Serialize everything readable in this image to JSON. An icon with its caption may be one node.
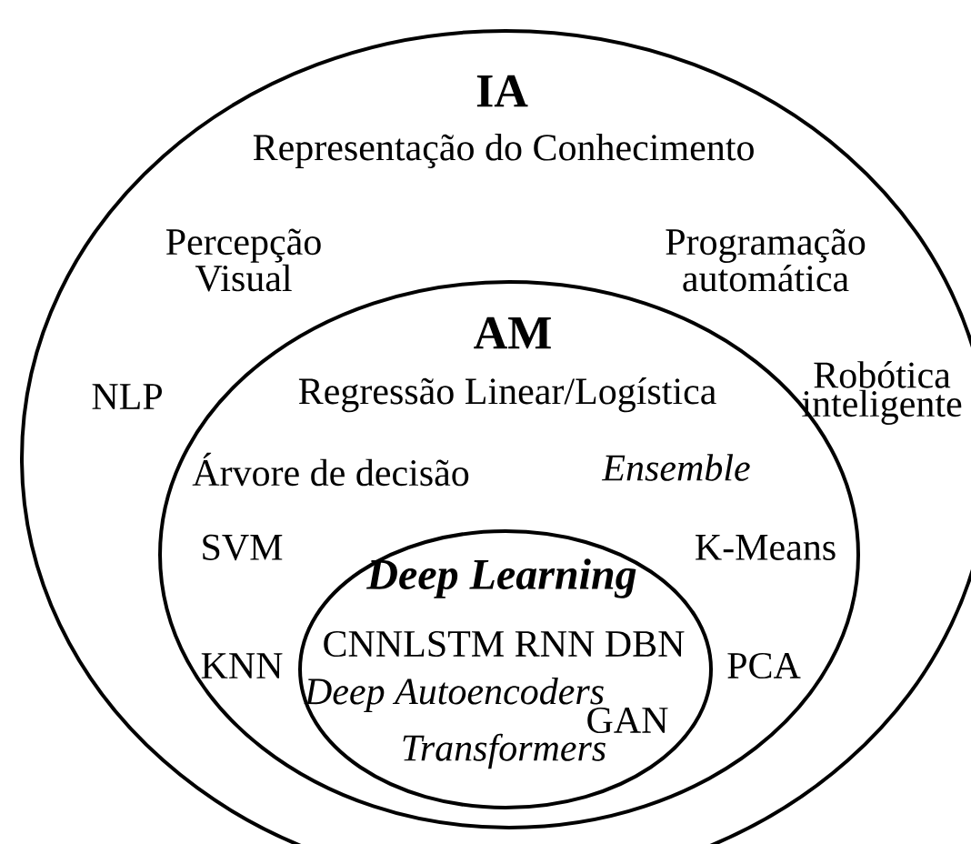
{
  "diagram": {
    "nodes": [
      {
        "text": [
          "IA",
          "Representação do Conhecimento",
          "Percepção Visual",
          "Programação automática",
          "NLP",
          "Robótica inteligente"
        ]
      },
      {
        "text": [
          "AM",
          "Regressão Linear/Logística",
          "Árvore de decisão",
          "Ensemble",
          "SVM",
          "K-Means",
          "KNN",
          "PCA"
        ],
        "in": 0
      },
      {
        "text": [
          "Deep Learning",
          "CNNLSTM RNN DBN",
          "Deep Autoencoders",
          "GAN",
          "Transformers"
        ],
        "in": 1
      }
    ]
  }
}
